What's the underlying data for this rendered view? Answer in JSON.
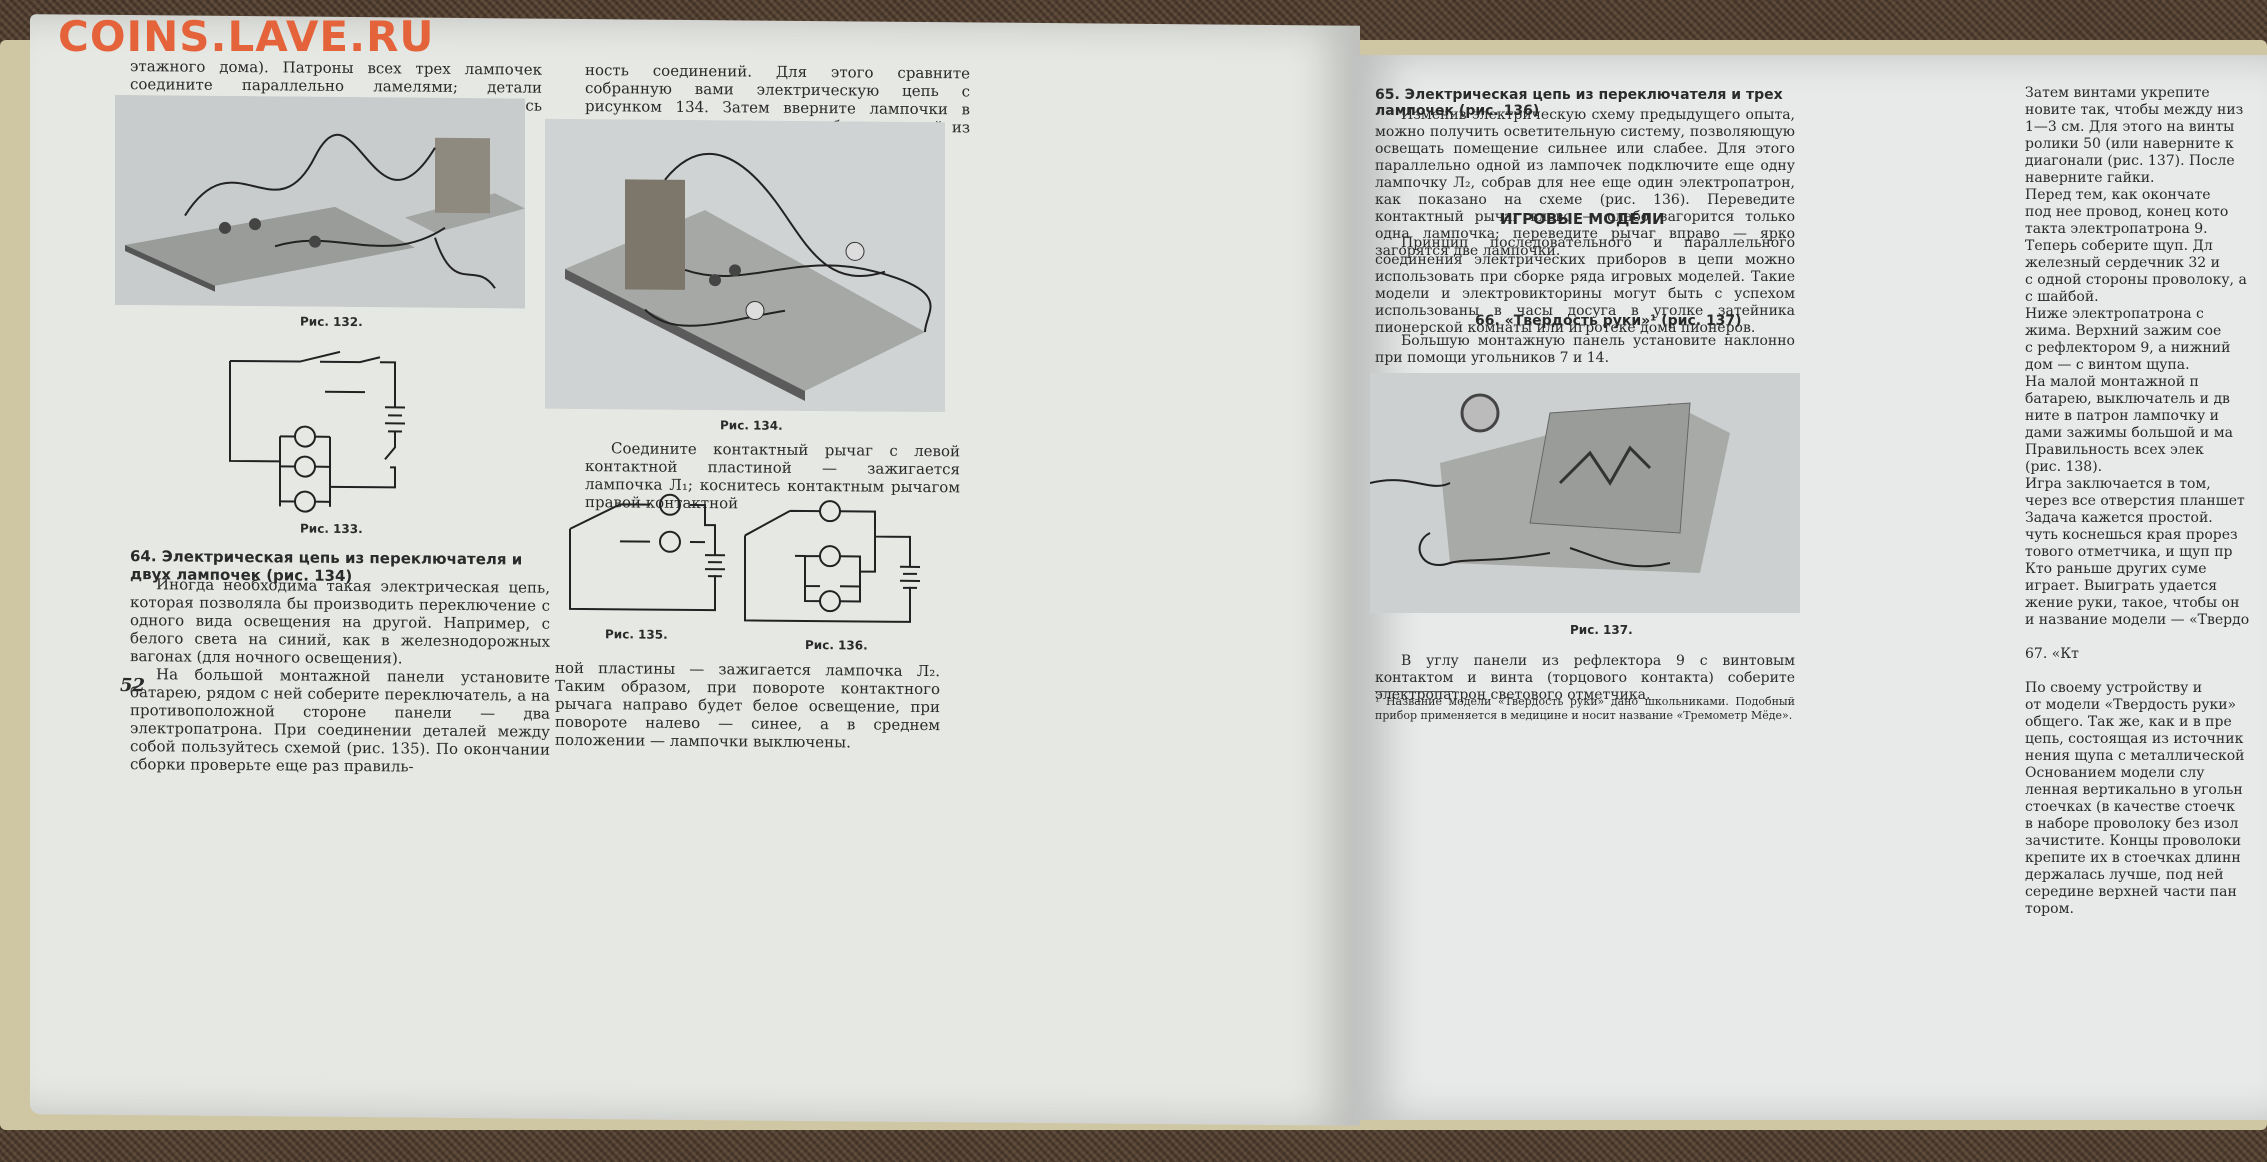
{
  "watermark": "COINS.LAVE.RU",
  "left_page": {
    "col1_top": "этажного дома). Патроны всех трех лампочек соедините параллельно ламелями; детали подключите друг к другу, руководствуясь рисунками 132 и 133.",
    "fig132_caption": "Рис. 132.",
    "fig133_caption": "Рис. 133.",
    "section64_heading": "64. Электрическая цепь из переключателя и двух лампочек (рис. 134)",
    "section64_p1": "Иногда необходима такая электрическая цепь, которая позволяла бы производить переключение с одного вида освещения на другой. Например, с белого света на синий, как в железнодорожных вагонах (для ночного освещения).",
    "section64_p2": "На большой монтажной панели установите батарею, рядом с ней соберите переключатель, а на противоположной стороне панели — два электропатрона. При соединении деталей между собой пользуйтесь схемой (рис. 135). По окончании сборки проверьте еще раз правиль-",
    "page_number": "52",
    "col2_top": "ность соединений. Для этого сравните собранную вами электрическую цепь с рисунком 134. Затем вверните лампочки в электропатроны и покрасьте баллон одной из них в синий цвет.",
    "fig134_caption": "Рис. 134.",
    "col2_mid": "Соедините контактный рычаг с левой контактной пластиной — зажигается лампочка Л₁; коснитесь контактным рычагом правой контактной",
    "fig135_caption": "Рис. 135.",
    "fig136_caption": "Рис. 136.",
    "col2_bottom": "ной пластины — зажигается лампочка Л₂. Таким образом, при повороте контактного рычага направо будет белое освещение, при повороте налево — синее, а в среднем положении — лампочки выключены."
  },
  "right_page": {
    "section65_heading": "65. Электрическая цепь из переключателя и трех лампочек (рис. 136)",
    "section65_p1": "Изменив электрическую схему предыдущего опыта, можно получить осветительную систему, позволяющую освещать помещение сильнее или слабее. Для этого параллельно одной из лампочек подключите еще одну лампочку Л₂, собрав для нее еще один электропатрон, как показано на схеме (рис. 136). Переведите контактный рычаг влево — слабо загорится только одна лампочка; переведите рычаг вправо — ярко загорятся две лампочки.",
    "games_heading": "ИГРОВЫЕ МОДЕЛИ",
    "games_p1": "Принцип последовательного и параллельного соединения электрических приборов в цепи можно использовать при сборке ряда игровых моделей. Такие модели и электровикторины могут быть с успехом использованы в часы досуга в уголке затейника пионерской комнаты или игротеке дома пионеров.",
    "section66_heading": "66. «Твердость руки»¹ (рис. 137)",
    "section66_p1": "Большую монтажную панель установите наклонно при помощи угольников 7 и 14.",
    "fig137_caption": "Рис. 137.",
    "section66_p2": "В углу панели из рефлектора 9 с винтовым контактом и винта (торцового контакта) соберите электропатрон светового отметчика.",
    "footnote": "¹ Название модели «Твердость руки» дано школьниками. Подобный прибор применяется в медицине и носит название «Тремометр Мёде».",
    "col2_lines": [
      "Затем винтами укрепите",
      "новите так, чтобы между низ",
      "1—3 см. Для этого на винты",
      "ролики 50 (или наверните к",
      "диагонали (рис. 137). После",
      "наверните гайки.",
      "Перед тем, как окончате",
      "под нее провод, конец кото",
      "такта электропатрона 9.",
      "Теперь соберите щуп. Дл",
      "железный сердечник 32 и",
      "с одной стороны проволоку, а",
      "с шайбой.",
      "Ниже электропатрона с",
      "жима. Верхний зажим сое",
      "с рефлектором 9, а нижний",
      "дом — с винтом щупа.",
      "На малой монтажной п",
      "батарею, выключатель и дв",
      "ните в патрон лампочку и",
      "дами зажимы большой и ма",
      "Правильность всех элек",
      "(рис. 138).",
      "Игра заключается в том,",
      "через все отверстия планшет",
      "Задача кажется простой.",
      "чуть коснешься края прорез",
      "тового отметчика, и щуп пр",
      "Кто раньше других суме",
      "играет. Выиграть удается",
      "жение руки, такое, чтобы он",
      "и название модели — «Твердо",
      "",
      "67. «Кт",
      "",
      "По своему устройству и",
      "от модели «Твердость руки»",
      "общего. Так же, как и в пре",
      "цепь, состоящая из источник",
      "нения щупа с металлической",
      "Основанием модели слу",
      "ленная вертикально в угольн",
      "стоечках (в качестве стоечк",
      "в наборе проволоку без изол",
      "зачистите. Концы проволоки",
      "крепите их в стоечках длинн",
      "держалась лучше, под ней",
      "середине верхней части пан",
      "тором."
    ]
  }
}
